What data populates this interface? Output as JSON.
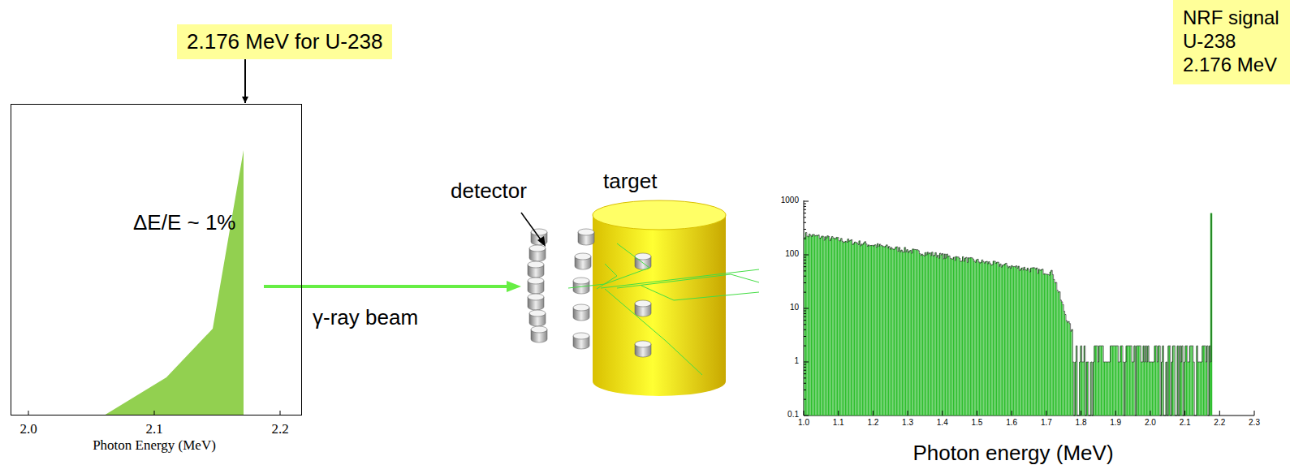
{
  "diagram": {
    "nodes": [
      {
        "text": [
          "2.176 MeV for U-238"
        ]
      },
      {
        "text": [
          "ΔE/E ~ 1%"
        ]
      },
      {
        "text": [
          "NRF signal U-238 2.176 MeV"
        ]
      }
    ],
    "edges": [
      {
        "from": 0,
        "to": 1,
        "arrow": "to"
      }
    ],
    "labels": [
      "2.0",
      "2.1",
      "2.2",
      "Photon Energy (MeV)",
      "γ-ray beam",
      "detector",
      "target",
      "1000",
      "100",
      "10",
      "1",
      "0.1",
      "1.0",
      "1.1",
      "1.2",
      "1.3",
      "1.4",
      "1.5",
      "1.6",
      "1.7",
      "1.8",
      "1.9",
      "2.0",
      "2.1",
      "2.2",
      "2.3",
      "Photon energy (MeV)"
    ]
  }
}
